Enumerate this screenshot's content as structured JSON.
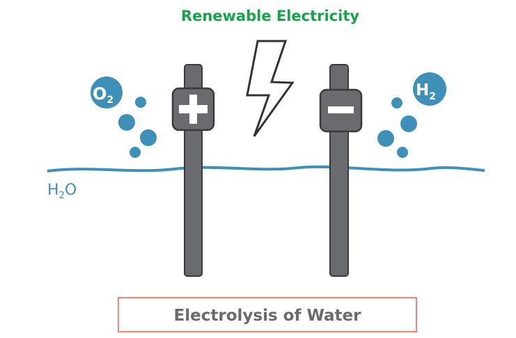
{
  "title": "Renewable Electricity",
  "caption": "Electrolysis of Water",
  "water_label": {
    "main": "H",
    "sub": "2",
    "tail": "O"
  },
  "oxygen_label": {
    "main": "O",
    "sub": "2"
  },
  "hydrogen_label": {
    "main": "H",
    "sub": "2"
  },
  "anode_symbol": "plus-icon",
  "cathode_symbol": "minus-icon",
  "colors": {
    "title": "#17a34a",
    "water": "#3f90b9",
    "electrode": "#6a6b6e",
    "outline": "#3a3a3a",
    "caption_border": "#ef5a45",
    "caption_text": "#6b6b6b"
  }
}
